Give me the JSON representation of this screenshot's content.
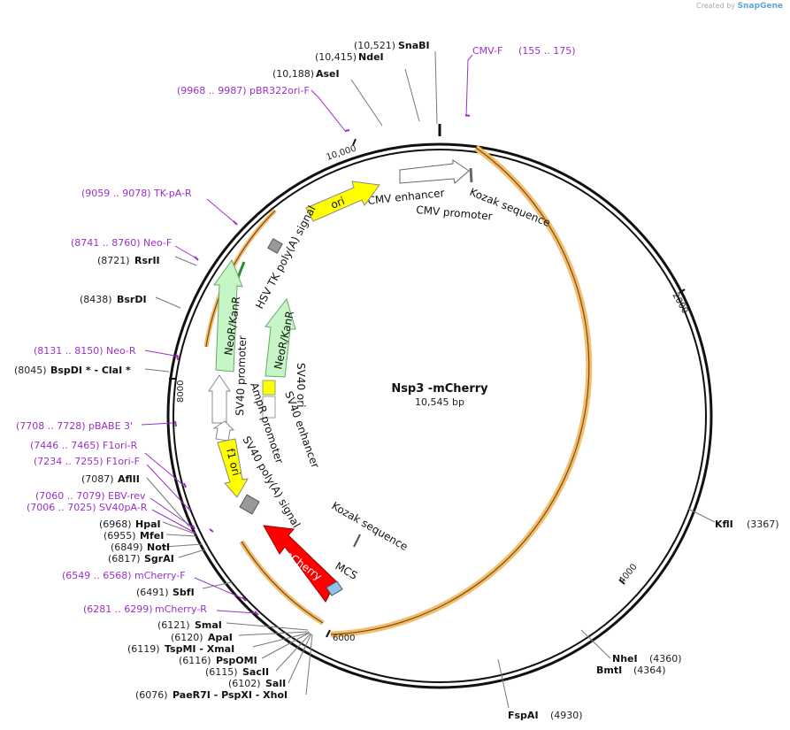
{
  "watermark": {
    "prefix": "Created by",
    "brand": "SnapGene"
  },
  "plasmid": {
    "name": "Nsp3 -mCherry",
    "length": "10,545 bp"
  },
  "ticks": [
    "2000",
    "4000",
    "6000",
    "8000",
    "10,000"
  ],
  "sites_right": [
    {
      "pos": "(10,521)",
      "name": "SnaBI"
    },
    {
      "pos": "(10,415)",
      "name": "NdeI"
    },
    {
      "pos": "(10,188)",
      "name": "AseI"
    },
    {
      "pos": "(3367)",
      "name": "KflI"
    },
    {
      "pos": "(4360)",
      "name": "NheI"
    },
    {
      "pos": "(4364)",
      "name": "BmtI"
    },
    {
      "pos": "(4930)",
      "name": "FspAI"
    }
  ],
  "sites_left": [
    {
      "pos": "(8721)",
      "name": "RsrII"
    },
    {
      "pos": "(8438)",
      "name": "BsrDI"
    },
    {
      "pos": "(8045)",
      "name": "BspDI * - ClaI *"
    },
    {
      "pos": "(7087)",
      "name": "AflII"
    },
    {
      "pos": "(6968)",
      "name": "HpaI"
    },
    {
      "pos": "(6955)",
      "name": "MfeI"
    },
    {
      "pos": "(6849)",
      "name": "NotI"
    },
    {
      "pos": "(6817)",
      "name": "SgrAI"
    },
    {
      "pos": "(6491)",
      "name": "SbfI"
    },
    {
      "pos": "(6121)",
      "name": "SmaI"
    },
    {
      "pos": "(6120)",
      "name": "ApaI"
    },
    {
      "pos": "(6119)",
      "name": "TspMI - XmaI"
    },
    {
      "pos": "(6116)",
      "name": "PspOMI"
    },
    {
      "pos": "(6115)",
      "name": "SacII"
    },
    {
      "pos": "(6102)",
      "name": "SalI"
    },
    {
      "pos": "(6076)",
      "name": "PaeR7I - PspXI - XhoI"
    }
  ],
  "primers": [
    {
      "range": "(155 .. 175)",
      "name": "CMV-F"
    },
    {
      "range": "(9968 .. 9987)",
      "name": "pBR322ori-F"
    },
    {
      "range": "(9059 .. 9078)",
      "name": "TK-pA-R"
    },
    {
      "range": "(8741 .. 8760)",
      "name": "Neo-F"
    },
    {
      "range": "(8131 .. 8150)",
      "name": "Neo-R"
    },
    {
      "range": "(7708 .. 7728)",
      "name": "pBABE 3'"
    },
    {
      "range": "(7446 .. 7465)",
      "name": "F1ori-R"
    },
    {
      "range": "(7234 .. 7255)",
      "name": "F1ori-F"
    },
    {
      "range": "(7060 .. 7079)",
      "name": "EBV-rev"
    },
    {
      "range": "(7006 .. 7025)",
      "name": "SV40pA-R"
    },
    {
      "range": "(6549 .. 6568)",
      "name": "mCherry-F"
    },
    {
      "range": "(6281 .. 6299)",
      "name": "mCherry-R"
    }
  ],
  "features": {
    "cmv_enhancer": "CMV enhancer",
    "cmv_promoter": "CMV promoter",
    "kozak_top": "Kozak sequence",
    "ori": "ori",
    "hsv_tk": "HSV TK poly(A) signal",
    "neo1": "NeoR/KanR",
    "neo2": "NeoR/KanR",
    "sv40_promoter": "SV40 promoter",
    "sv40_ori": "SV40 ori",
    "ampr_promoter": "AmpR promoter",
    "sv40_enhancer": "SV40 enhancer",
    "f1_ori": "f1 ori",
    "sv40_polya": "SV40 poly(A) signal",
    "kozak_bottom": "Kozak sequence",
    "mcherry": "mCherry",
    "mcs": "MCS"
  },
  "colors": {
    "backbone": "#111111",
    "orf_arc": "#f2be6e",
    "primer": "#9b30c8",
    "ori": "#ffff00",
    "neo": "#c6f5c6",
    "mcherry": "#ff0000",
    "mcs": "#8ec3ee"
  }
}
